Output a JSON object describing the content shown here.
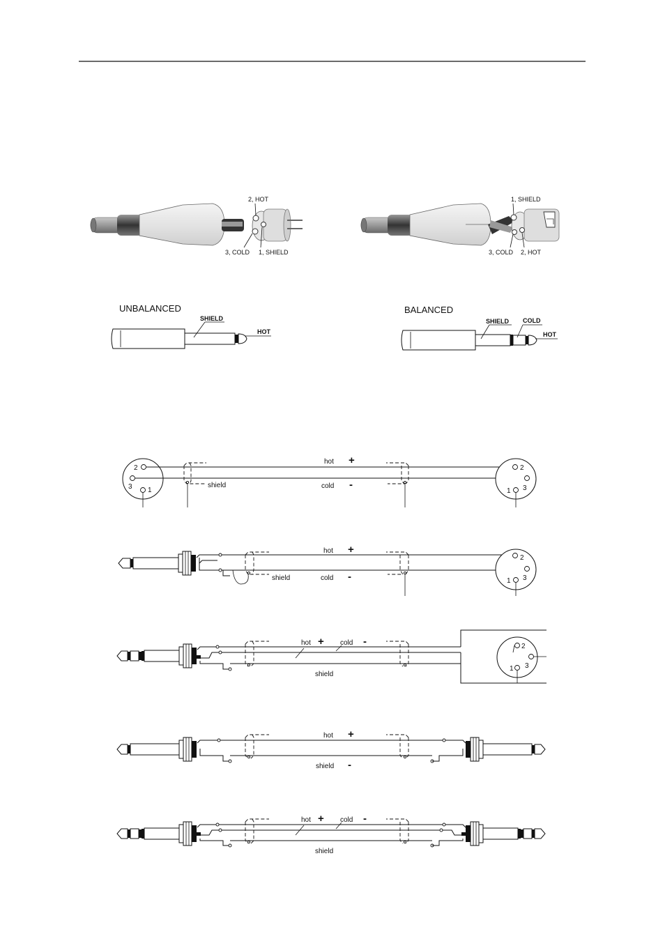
{
  "connectors": {
    "xlr_male": {
      "pin2": "2, HOT",
      "pin3": "3, COLD",
      "pin1": "1, SHIELD"
    },
    "xlr_female": {
      "pin1": "1, SHIELD",
      "pin3": "3, COLD",
      "pin2": "2, HOT"
    },
    "unbalanced_jack": {
      "title": "UNBALANCED",
      "shield": "SHIELD",
      "hot": "HOT"
    },
    "balanced_jack": {
      "title": "BALANCED",
      "shield": "SHIELD",
      "cold": "COLD",
      "hot": "HOT"
    }
  },
  "cables": {
    "c1": {
      "hot": "hot",
      "plus": "+",
      "cold": "cold",
      "minus": "-",
      "shield": "shield",
      "pinL2": "2",
      "pinL3": "3",
      "pinL1": "1",
      "pinR2": "2",
      "pinR1": "1",
      "pinR3": "3"
    },
    "c2": {
      "hot": "hot",
      "plus": "+",
      "cold": "cold",
      "minus": "-",
      "shield": "shield",
      "pinR2": "2",
      "pinR1": "1",
      "pinR3": "3"
    },
    "c3": {
      "hot": "hot",
      "plus": "+",
      "cold": "cold",
      "minus": "-",
      "shield": "shield",
      "pinR2": "2",
      "pinR1": "1",
      "pinR3": "3"
    },
    "c4": {
      "hot": "hot",
      "plus": "+",
      "shield": "shield",
      "minus": "-"
    },
    "c5": {
      "hot": "hot",
      "plus": "+",
      "cold": "cold",
      "minus": "-",
      "shield": "shield"
    }
  }
}
